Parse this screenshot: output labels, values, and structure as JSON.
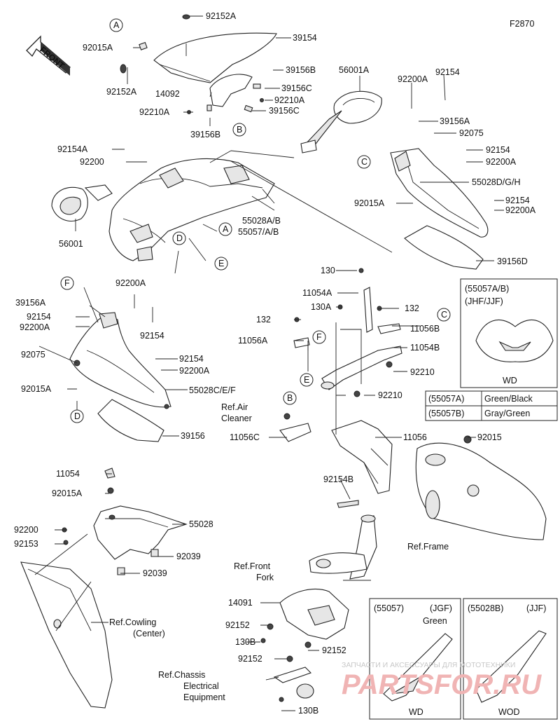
{
  "figure_code": "F2870",
  "front_label": "FRONT",
  "parts": {
    "p92152A_top": "92152A",
    "p39154": "39154",
    "p92015A_a": "92015A",
    "p92152A_b": "92152A",
    "p39156B_a": "39156B",
    "p14092": "14092",
    "p39156C_a": "39156C",
    "p92210A_a": "92210A",
    "p92210A_b": "92210A",
    "p39156C_b": "39156C",
    "p39156B_b": "39156B",
    "p56001A": "56001A",
    "p92154_a": "92154",
    "p92200A_a": "92200A",
    "p39156A_a": "39156A",
    "p92075_a": "92075",
    "p92154_b": "92154",
    "p92200A_b": "92200A",
    "p55028DGH": "55028D/G/H",
    "p92015A_b": "92015A",
    "p92154_c": "92154",
    "p92200A_c": "92200A",
    "p39156D": "39156D",
    "p92154A": "92154A",
    "p92200": "92200",
    "p56001": "56001",
    "p55028AB": "55028A/B",
    "p55057AB": "55057/A/B",
    "p39156A_b": "39156A",
    "p92200A_d": "92200A",
    "p92154_d": "92154",
    "p92200A_e": "92200A",
    "p92154_e": "92154",
    "p92075_b": "92075",
    "p92154_f": "92154",
    "p92200A_f": "92200A",
    "p92015A_c": "92015A",
    "p55028CEF": "55028C/E/F",
    "p39156": "39156",
    "p130_a": "130",
    "p11054A": "11054A",
    "p130A": "130A",
    "p132_a": "132",
    "p132_b": "132",
    "p11056B": "11056B",
    "p11056A": "11056A",
    "p11054B": "11054B",
    "p92210_a": "92210",
    "p92210_b": "92210",
    "p11056C": "11056C",
    "p11056": "11056",
    "p92015": "92015",
    "p92154B": "92154B",
    "p11054": "11054",
    "p92015A_d": "92015A",
    "p55028": "55028",
    "p92200_b": "92200",
    "p92153": "92153",
    "p92039_a": "92039",
    "p92039_b": "92039",
    "p14091": "14091",
    "p92152_a": "92152",
    "p130B_a": "130B",
    "p92152_b": "92152",
    "p92152_c": "92152",
    "p130B_b": "130B"
  },
  "refs": {
    "air_cleaner_1": "Ref.Air",
    "air_cleaner_2": "Cleaner",
    "frame": "Ref.Frame",
    "front_fork_1": "Ref.Front",
    "front_fork_2": "Fork",
    "cowling_1": "Ref.Cowling",
    "cowling_2": "(Center)",
    "chassis_1": "Ref.Chassis",
    "chassis_2": "Electrical",
    "chassis_3": "Equipment"
  },
  "callout_letters": {
    "a1": "A",
    "a2": "A",
    "b1": "B",
    "b2": "B",
    "c1": "C",
    "c2": "C",
    "d1": "D",
    "d2": "D",
    "e1": "E",
    "e2": "E",
    "f1": "F",
    "f2": "F"
  },
  "inset_wd": {
    "title1": "(55057A/B)",
    "title2": "(JHF/JJF)",
    "caption": "WD"
  },
  "color_table": [
    {
      "code": "(55057A)",
      "color": "Green/Black"
    },
    {
      "code": "(55057B)",
      "color": "Gray/Green"
    }
  ],
  "inset_55057": {
    "code": "(55057)",
    "variant": "(JGF)",
    "color": "Green",
    "caption": "WD"
  },
  "inset_55028b": {
    "code": "(55028B)",
    "variant": "(JJF)",
    "caption": "WOD"
  },
  "watermark_small": "ЗАПЧАСТИ  И АКСЕССУАРЫ ДЛЯ МОТОТЕХНИКИ",
  "watermark_big": "PARTSFOR.RU"
}
